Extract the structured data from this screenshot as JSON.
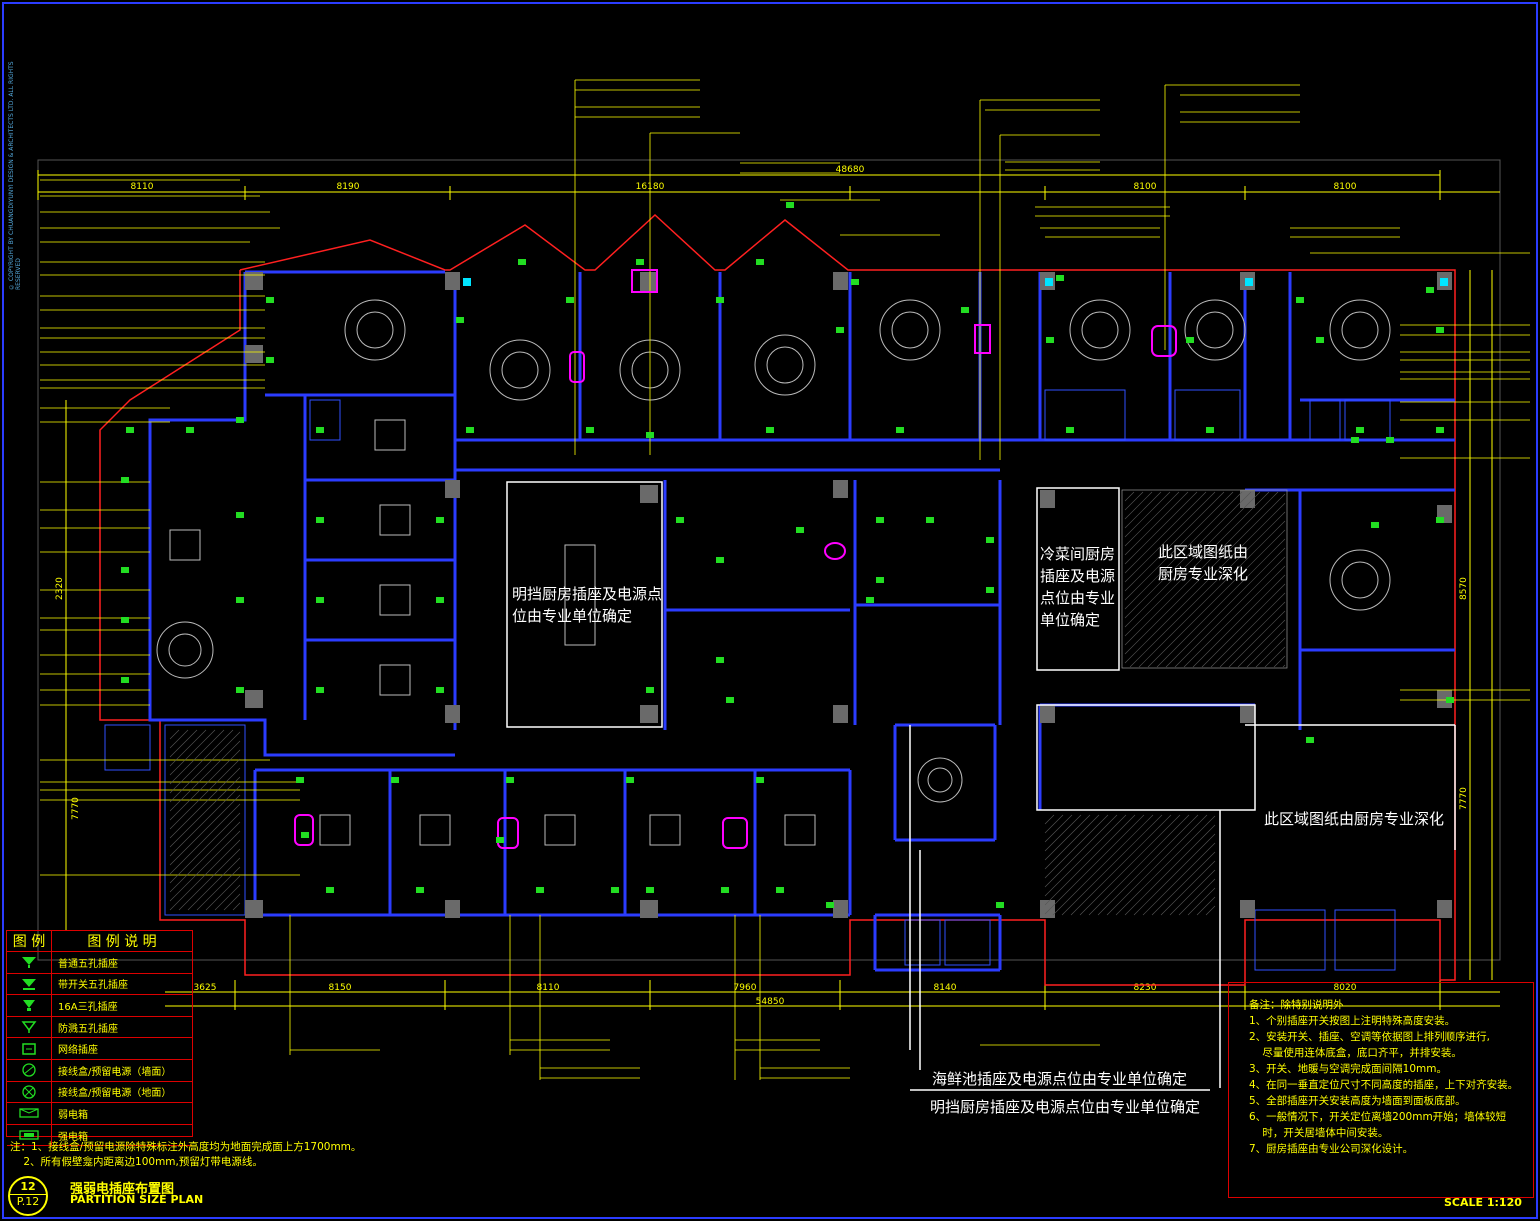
{
  "drawing": {
    "title_cn": "强弱电插座布置图",
    "title_en": "PARTITION SIZE PLAN",
    "sheet_number": "12",
    "sheet_page": "P.12",
    "scale": "SCALE  1:120",
    "copyright": "© COPYRIGHT BY CHUANGDIYUNYI DESIGN & ARCHITECTS LTD. ALL RIGHTS RESERVED"
  },
  "dimensions_top": {
    "overall": "48680",
    "segments": [
      "8110",
      "8190",
      "16180",
      "8100",
      "8100"
    ]
  },
  "dimensions_bottom": {
    "overall": "54850",
    "segments": [
      "3625",
      "8150",
      "8110",
      "7960",
      "8140",
      "8230",
      "8020"
    ]
  },
  "dimensions_right": [
    "8570",
    "7770"
  ],
  "dimensions_left": [
    "2320",
    "7770"
  ],
  "overlay_notes": [
    "明挡厨房插座及电源点位由专业单位确定",
    "冷菜间厨房插座及电源点位由专业单位确定",
    "此区域图纸由厨房专业深化",
    "此区域图纸由厨房专业深化",
    "海鲜池插座及电源点位由专业单位确定",
    "明挡厨房插座及电源点位由专业单位确定"
  ],
  "legend": {
    "header_symbol": "图 例",
    "header_desc": "图 例 说 明",
    "items": [
      {
        "label": "普通五孔插座",
        "icon": "five-hole-socket-icon"
      },
      {
        "label": "带开关五孔插座",
        "icon": "switched-socket-icon"
      },
      {
        "label": "16A三孔插座",
        "icon": "three-hole-socket-icon"
      },
      {
        "label": "防溅五孔插座",
        "icon": "splashproof-socket-icon"
      },
      {
        "label": "网络插座",
        "icon": "network-socket-icon"
      },
      {
        "label": "接线盒/预留电源（墙面）",
        "icon": "junction-box-wall-icon"
      },
      {
        "label": "接线盒/预留电源（地面）",
        "icon": "junction-box-floor-icon"
      },
      {
        "label": "弱电箱",
        "icon": "weak-current-box-icon"
      },
      {
        "label": "强电箱",
        "icon": "strong-current-box-icon"
      }
    ]
  },
  "remarks": {
    "title": "备注：除特别说明外",
    "items": [
      "1、个别插座开关按图上注明特殊高度安装。",
      "2、安装开关、插座、空调等依据图上排列顺序进行,",
      "    尽量使用连体底盒，底口齐平，并排安装。",
      "3、开关、地暖与空调完成面间隔10mm。",
      "4、在同一垂直定位尺寸不同高度的插座，上下对齐安装。",
      "5、全部插座开关安装高度为墙面到面板底部。",
      "6、一般情况下，开关定位离墙200mm开始；墙体较短",
      "    时，开关居墙体中间安装。",
      "7、厨房插座由专业公司深化设计。"
    ]
  },
  "footnotes": [
    "注：1、接线盒/预留电源除特殊标注外高度均为地面完成面上方1700mm。",
    "    2、所有假壁龛内距离边100mm,预留灯带电源线。"
  ],
  "colors": {
    "background": "#000000",
    "wall": "#2b3cff",
    "red_line": "#ff2020",
    "annotation": "#ffff00",
    "socket": "#22dd22",
    "magenta": "#ff00ff",
    "white_box": "#ffffff",
    "grey_fill": "#6a6a6a"
  }
}
